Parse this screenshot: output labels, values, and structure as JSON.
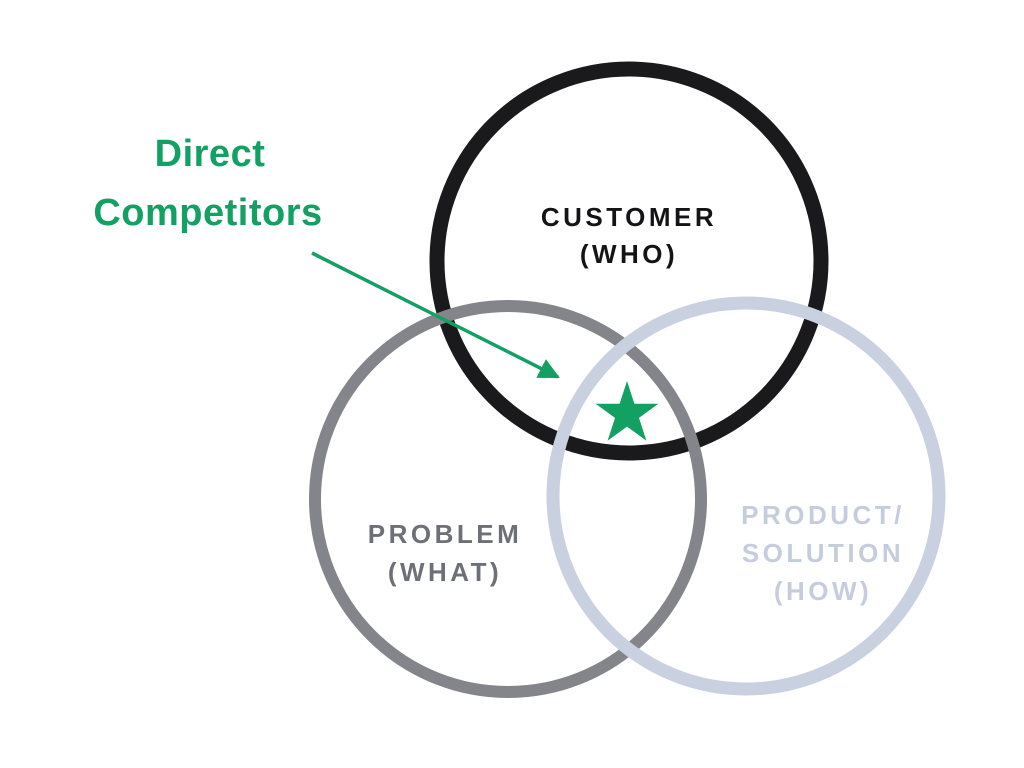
{
  "diagram": {
    "type": "venn-3-circle",
    "annotation": {
      "line1": "Direct",
      "line2": "Competitors"
    },
    "circles": {
      "customer": {
        "line1": "CUSTOMER",
        "line2": "(WHO)"
      },
      "problem": {
        "line1": "PROBLEM",
        "line2": "(WHAT)"
      },
      "product": {
        "line1": "PRODUCT/",
        "line2": "SOLUTION",
        "line3": "(HOW)"
      }
    },
    "colors": {
      "background": "#ffffff",
      "accent_green": "#13A063",
      "customer_circle": "#1a1a1c",
      "problem_circle": "#84858b",
      "product_circle": "#c9d1e1",
      "customer_text": "#141416",
      "problem_text": "#6e7077",
      "product_text": "#c5cddd"
    }
  }
}
